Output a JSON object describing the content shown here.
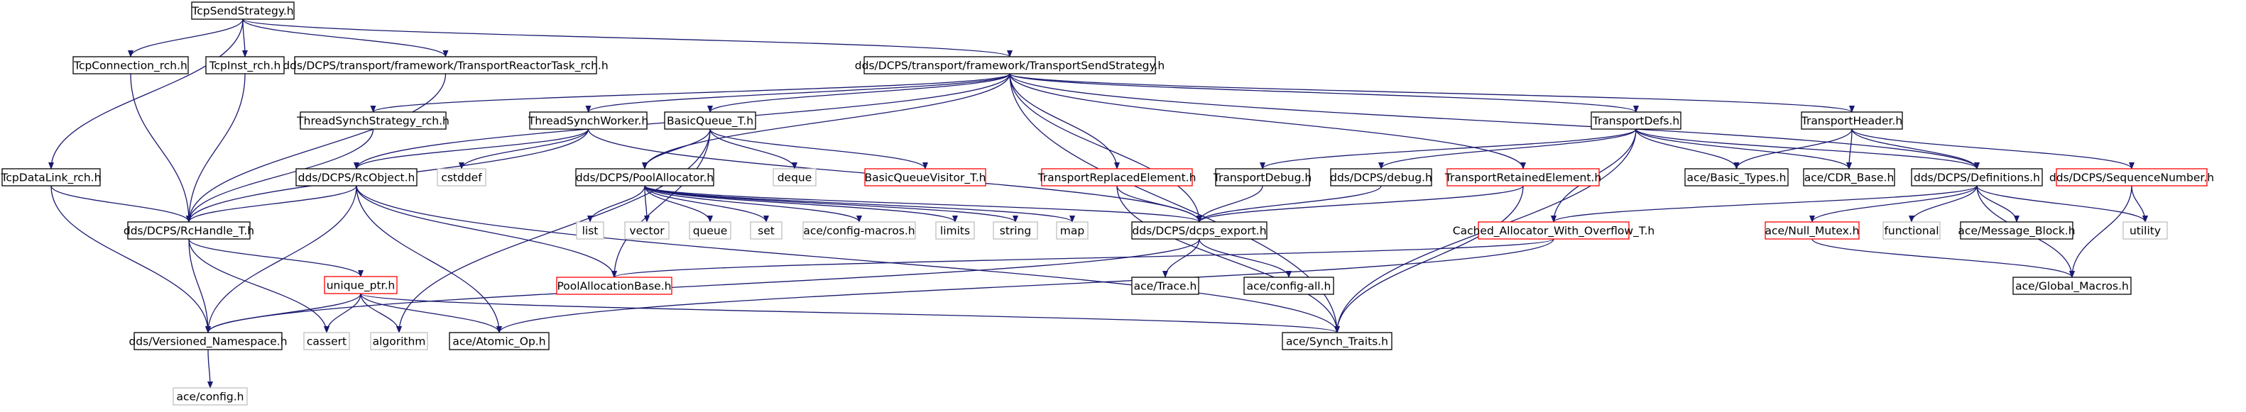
{
  "colors": {
    "edge": "#191970",
    "border_documented": "#000000",
    "border_undocumented": "#ff0000",
    "border_external": "#bfbfbf",
    "root_fill": "#bfbfbf"
  },
  "graph": {
    "nodes": [
      {
        "id": "root",
        "label": "TcpSendStrategy.h",
        "kind": "root"
      },
      {
        "id": "tcpconn",
        "label": "TcpConnection_rch.h",
        "kind": "documented"
      },
      {
        "id": "tcpinst",
        "label": "TcpInst_rch.h",
        "kind": "documented"
      },
      {
        "id": "reactor",
        "label": "dds/DCPS/transport/framework/TransportReactorTask_rch.h",
        "kind": "documented"
      },
      {
        "id": "tss",
        "label": "dds/DCPS/transport/framework/TransportSendStrategy.h",
        "kind": "documented"
      },
      {
        "id": "tcpdl",
        "label": "TcpDataLink_rch.h",
        "kind": "documented"
      },
      {
        "id": "tsstrat",
        "label": "ThreadSynchStrategy_rch.h",
        "kind": "documented"
      },
      {
        "id": "tsw",
        "label": "ThreadSynchWorker.h",
        "kind": "documented"
      },
      {
        "id": "bq",
        "label": "BasicQueue_T.h",
        "kind": "documented"
      },
      {
        "id": "tdefs",
        "label": "TransportDefs.h",
        "kind": "documented"
      },
      {
        "id": "thdr",
        "label": "TransportHeader.h",
        "kind": "documented"
      },
      {
        "id": "rcobj",
        "label": "dds/DCPS/RcObject.h",
        "kind": "documented"
      },
      {
        "id": "cstddef",
        "label": "cstddef",
        "kind": "external"
      },
      {
        "id": "pool",
        "label": "dds/DCPS/PoolAllocator.h",
        "kind": "documented"
      },
      {
        "id": "deque",
        "label": "deque",
        "kind": "external"
      },
      {
        "id": "bqv",
        "label": "BasicQueueVisitor_T.h",
        "kind": "undocumented"
      },
      {
        "id": "trepl",
        "label": "TransportReplacedElement.h",
        "kind": "undocumented"
      },
      {
        "id": "tdebug",
        "label": "TransportDebug.h",
        "kind": "documented"
      },
      {
        "id": "debug",
        "label": "dds/DCPS/debug.h",
        "kind": "documented"
      },
      {
        "id": "tret",
        "label": "TransportRetainedElement.h",
        "kind": "undocumented"
      },
      {
        "id": "basic",
        "label": "ace/Basic_Types.h",
        "kind": "documented"
      },
      {
        "id": "cdr",
        "label": "ace/CDR_Base.h",
        "kind": "documented"
      },
      {
        "id": "defs",
        "label": "dds/DCPS/Definitions.h",
        "kind": "documented"
      },
      {
        "id": "seqnum",
        "label": "dds/DCPS/SequenceNumber.h",
        "kind": "undocumented"
      },
      {
        "id": "rch",
        "label": "dds/DCPS/RcHandle_T.h",
        "kind": "documented"
      },
      {
        "id": "list",
        "label": "list",
        "kind": "external"
      },
      {
        "id": "vector",
        "label": "vector",
        "kind": "external"
      },
      {
        "id": "queue",
        "label": "queue",
        "kind": "external"
      },
      {
        "id": "set",
        "label": "set",
        "kind": "external"
      },
      {
        "id": "acecm",
        "label": "ace/config-macros.h",
        "kind": "external"
      },
      {
        "id": "limits",
        "label": "limits",
        "kind": "external"
      },
      {
        "id": "string",
        "label": "string",
        "kind": "external"
      },
      {
        "id": "map",
        "label": "map",
        "kind": "external"
      },
      {
        "id": "export",
        "label": "dds/DCPS/dcps_export.h",
        "kind": "documented"
      },
      {
        "id": "cached",
        "label": "Cached_Allocator_With_Overflow_T.h",
        "kind": "undocumented"
      },
      {
        "id": "nullmutex",
        "label": "ace/Null_Mutex.h",
        "kind": "undocumented"
      },
      {
        "id": "functional",
        "label": "functional",
        "kind": "external"
      },
      {
        "id": "msgblock",
        "label": "ace/Message_Block.h",
        "kind": "documented"
      },
      {
        "id": "utility",
        "label": "utility",
        "kind": "external"
      },
      {
        "id": "uniqueptr",
        "label": "unique_ptr.h",
        "kind": "undocumented"
      },
      {
        "id": "poolalloc",
        "label": "PoolAllocationBase.h",
        "kind": "undocumented"
      },
      {
        "id": "trace",
        "label": "ace/Trace.h",
        "kind": "documented"
      },
      {
        "id": "configall",
        "label": "ace/config-all.h",
        "kind": "documented"
      },
      {
        "id": "globalmacros",
        "label": "ace/Global_Macros.h",
        "kind": "documented"
      },
      {
        "id": "versioned",
        "label": "dds/Versioned_Namespace.h",
        "kind": "documented"
      },
      {
        "id": "cassert",
        "label": "cassert",
        "kind": "external"
      },
      {
        "id": "algorithm",
        "label": "algorithm",
        "kind": "external"
      },
      {
        "id": "atomic",
        "label": "ace/Atomic_Op.h",
        "kind": "documented"
      },
      {
        "id": "synch",
        "label": "ace/Synch_Traits.h",
        "kind": "documented"
      },
      {
        "id": "aceconfig",
        "label": "ace/config.h",
        "kind": "external"
      }
    ],
    "edges": [
      [
        "root",
        "tcpconn"
      ],
      [
        "root",
        "tcpinst"
      ],
      [
        "root",
        "reactor"
      ],
      [
        "root",
        "tss"
      ],
      [
        "root",
        "tcpdl"
      ],
      [
        "tcpconn",
        "rch"
      ],
      [
        "tcpinst",
        "rch"
      ],
      [
        "reactor",
        "rch"
      ],
      [
        "tcpdl",
        "rch"
      ],
      [
        "tcpdl",
        "versioned"
      ],
      [
        "tss",
        "tsstrat"
      ],
      [
        "tss",
        "tsw"
      ],
      [
        "tss",
        "bq"
      ],
      [
        "tss",
        "tdefs"
      ],
      [
        "tss",
        "thdr"
      ],
      [
        "tss",
        "rcobj"
      ],
      [
        "tss",
        "pool"
      ],
      [
        "tss",
        "trepl"
      ],
      [
        "tss",
        "tret"
      ],
      [
        "tss",
        "export"
      ],
      [
        "tss",
        "defs"
      ],
      [
        "tss",
        "synch"
      ],
      [
        "tsstrat",
        "rch"
      ],
      [
        "tsw",
        "rch"
      ],
      [
        "tsw",
        "rcobj"
      ],
      [
        "tsw",
        "cstddef"
      ],
      [
        "tsw",
        "export"
      ],
      [
        "bq",
        "deque"
      ],
      [
        "bq",
        "bqv"
      ],
      [
        "bq",
        "pool"
      ],
      [
        "bq",
        "poolalloc"
      ],
      [
        "bq",
        "algorithm"
      ],
      [
        "tdefs",
        "tdebug"
      ],
      [
        "tdefs",
        "debug"
      ],
      [
        "tdefs",
        "basic"
      ],
      [
        "tdefs",
        "cdr"
      ],
      [
        "tdefs",
        "defs"
      ],
      [
        "tdefs",
        "cached"
      ],
      [
        "tdefs",
        "synch"
      ],
      [
        "thdr",
        "basic"
      ],
      [
        "thdr",
        "cdr"
      ],
      [
        "thdr",
        "defs"
      ],
      [
        "thdr",
        "seqnum"
      ],
      [
        "rcobj",
        "rch"
      ],
      [
        "rcobj",
        "poolalloc"
      ],
      [
        "rcobj",
        "versioned"
      ],
      [
        "rcobj",
        "atomic"
      ],
      [
        "rcobj",
        "synch"
      ],
      [
        "pool",
        "list"
      ],
      [
        "pool",
        "vector"
      ],
      [
        "pool",
        "queue"
      ],
      [
        "pool",
        "set"
      ],
      [
        "pool",
        "acecm"
      ],
      [
        "pool",
        "limits"
      ],
      [
        "pool",
        "string"
      ],
      [
        "pool",
        "map"
      ],
      [
        "pool",
        "export"
      ],
      [
        "trepl",
        "export"
      ],
      [
        "trepl",
        "synch"
      ],
      [
        "tdebug",
        "export"
      ],
      [
        "debug",
        "export"
      ],
      [
        "tret",
        "export"
      ],
      [
        "tret",
        "synch"
      ],
      [
        "defs",
        "nullmutex"
      ],
      [
        "defs",
        "functional"
      ],
      [
        "defs",
        "msgblock"
      ],
      [
        "defs",
        "utility"
      ],
      [
        "defs",
        "globalmacros"
      ],
      [
        "defs",
        "cached"
      ],
      [
        "seqnum",
        "utility"
      ],
      [
        "seqnum",
        "globalmacros"
      ],
      [
        "rch",
        "uniqueptr"
      ],
      [
        "rch",
        "versioned"
      ],
      [
        "rch",
        "cassert"
      ],
      [
        "export",
        "trace"
      ],
      [
        "export",
        "configall"
      ],
      [
        "export",
        "versioned"
      ],
      [
        "cached",
        "poolalloc"
      ],
      [
        "cached",
        "atomic"
      ],
      [
        "nullmutex",
        "globalmacros"
      ],
      [
        "uniqueptr",
        "versioned"
      ],
      [
        "uniqueptr",
        "cassert"
      ],
      [
        "uniqueptr",
        "algorithm"
      ],
      [
        "uniqueptr",
        "atomic"
      ],
      [
        "uniqueptr",
        "synch"
      ],
      [
        "versioned",
        "aceconfig"
      ]
    ]
  }
}
